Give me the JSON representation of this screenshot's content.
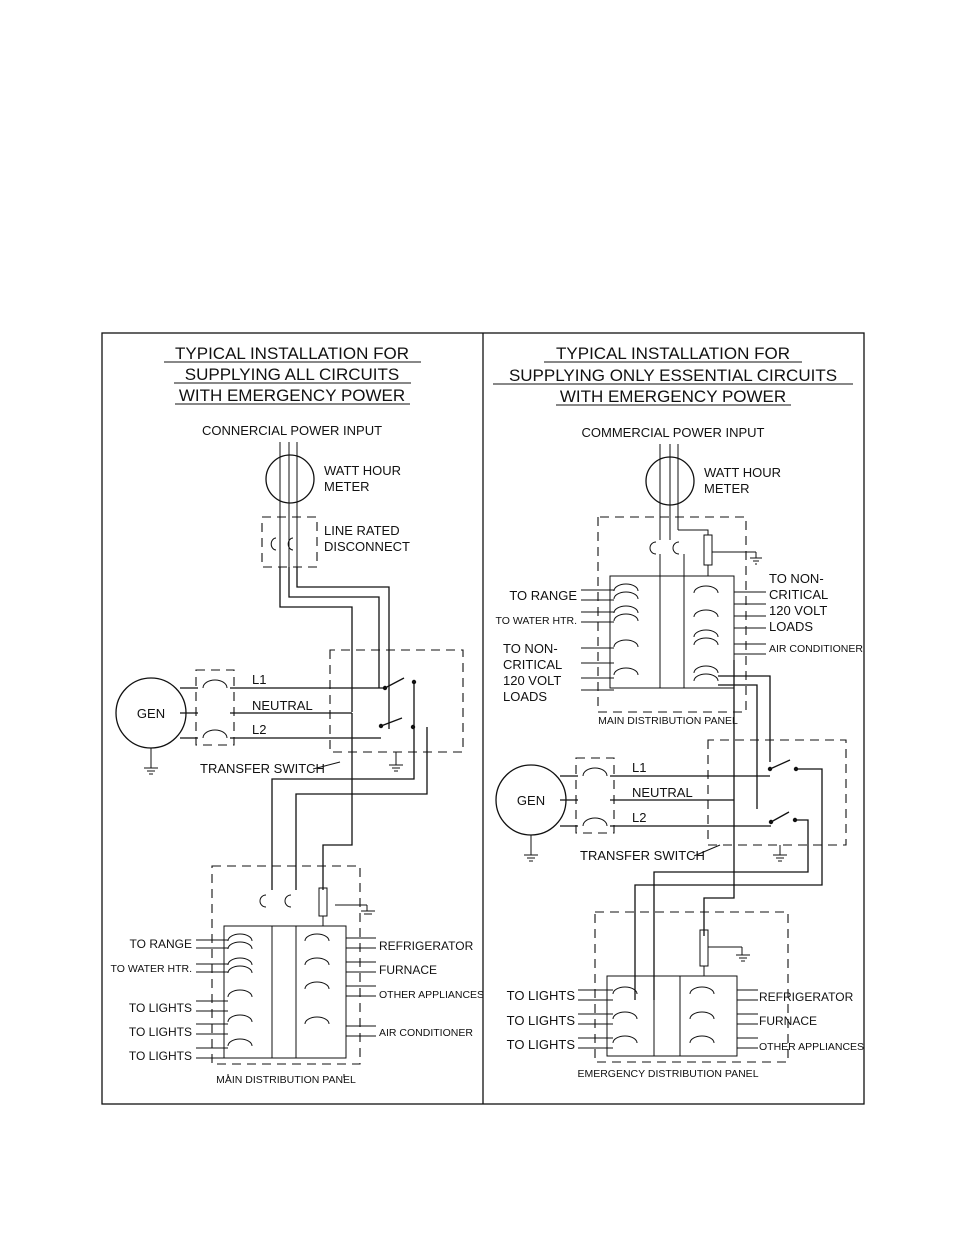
{
  "left": {
    "title": [
      "TYPICAL INSTALLATION FOR",
      "SUPPLYING ALL CIRCUITS",
      "WITH EMERGENCY POWER"
    ],
    "power_input": "CONNERCIAL POWER INPUT",
    "meter": [
      "WATT HOUR",
      "METER"
    ],
    "disconnect": [
      "LINE RATED",
      "DISCONNECT"
    ],
    "gen": "GEN",
    "l1": "L1",
    "neutral": "NEUTRAL",
    "l2": "L2",
    "transfer_switch": "TRANSFER SWITCH",
    "panel_left_labels": [
      "TO RANGE",
      "TO WATER HTR.",
      "TO LIGHTS",
      "TO LIGHTS",
      "TO LIGHTS"
    ],
    "panel_right_labels": [
      "REFRIGERATOR",
      "FURNACE",
      "OTHER APPLIANCES",
      "AIR CONDITIONER"
    ],
    "panel_caption": "MAIN DISTRIBUTION PANEL"
  },
  "right": {
    "title": [
      "TYPICAL INSTALLATION FOR",
      "SUPPLYING ONLY ESSENTIAL CIRCUITS",
      "WITH EMERGENCY POWER"
    ],
    "power_input": "COMMERCIAL POWER INPUT",
    "meter": [
      "WATT HOUR",
      "METER"
    ],
    "main_left_labels": [
      "TO RANGE",
      "TO WATER HTR."
    ],
    "non_critical_left": [
      "TO NON-",
      "CRITICAL",
      "120 VOLT",
      "LOADS"
    ],
    "non_critical_right": [
      "TO NON-",
      "CRITICAL",
      "120 VOLT",
      "LOADS"
    ],
    "air_conditioner": "AIR CONDITIONER",
    "main_panel_caption": "MAIN DISTRIBUTION PANEL",
    "gen": "GEN",
    "l1": "L1",
    "neutral": "NEUTRAL",
    "l2": "L2",
    "transfer_switch": "TRANSFER SWITCH",
    "emer_left_labels": [
      "TO LIGHTS",
      "TO LIGHTS",
      "TO LIGHTS"
    ],
    "emer_right_labels": [
      "REFRIGERATOR",
      "FURNACE",
      "OTHER APPLIANCES"
    ],
    "emer_panel_caption": "EMERGENCY DISTRIBUTION PANEL"
  }
}
